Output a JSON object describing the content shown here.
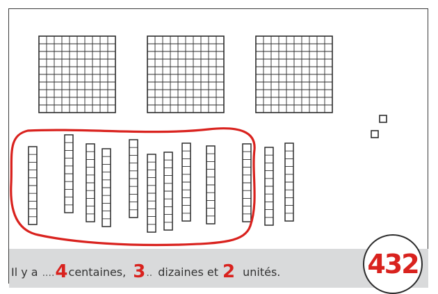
{
  "exercise": {
    "blocks": {
      "hundreds": 3,
      "tens": 12,
      "units": 2,
      "tens_circled": 10
    },
    "sentence": {
      "prefix": "Il y a",
      "dots": "....",
      "hundreds_answer": "4",
      "hundreds_word": "centaines,",
      "tens_dots": "..",
      "tens_answer": "3",
      "tens_word": "dizaines et",
      "units_answer": "2",
      "units_word": "unités."
    },
    "total_answer": "432"
  },
  "colors": {
    "ink": "#333333",
    "red_pen": "#d9221e",
    "footer_band": "#d9dadb"
  }
}
